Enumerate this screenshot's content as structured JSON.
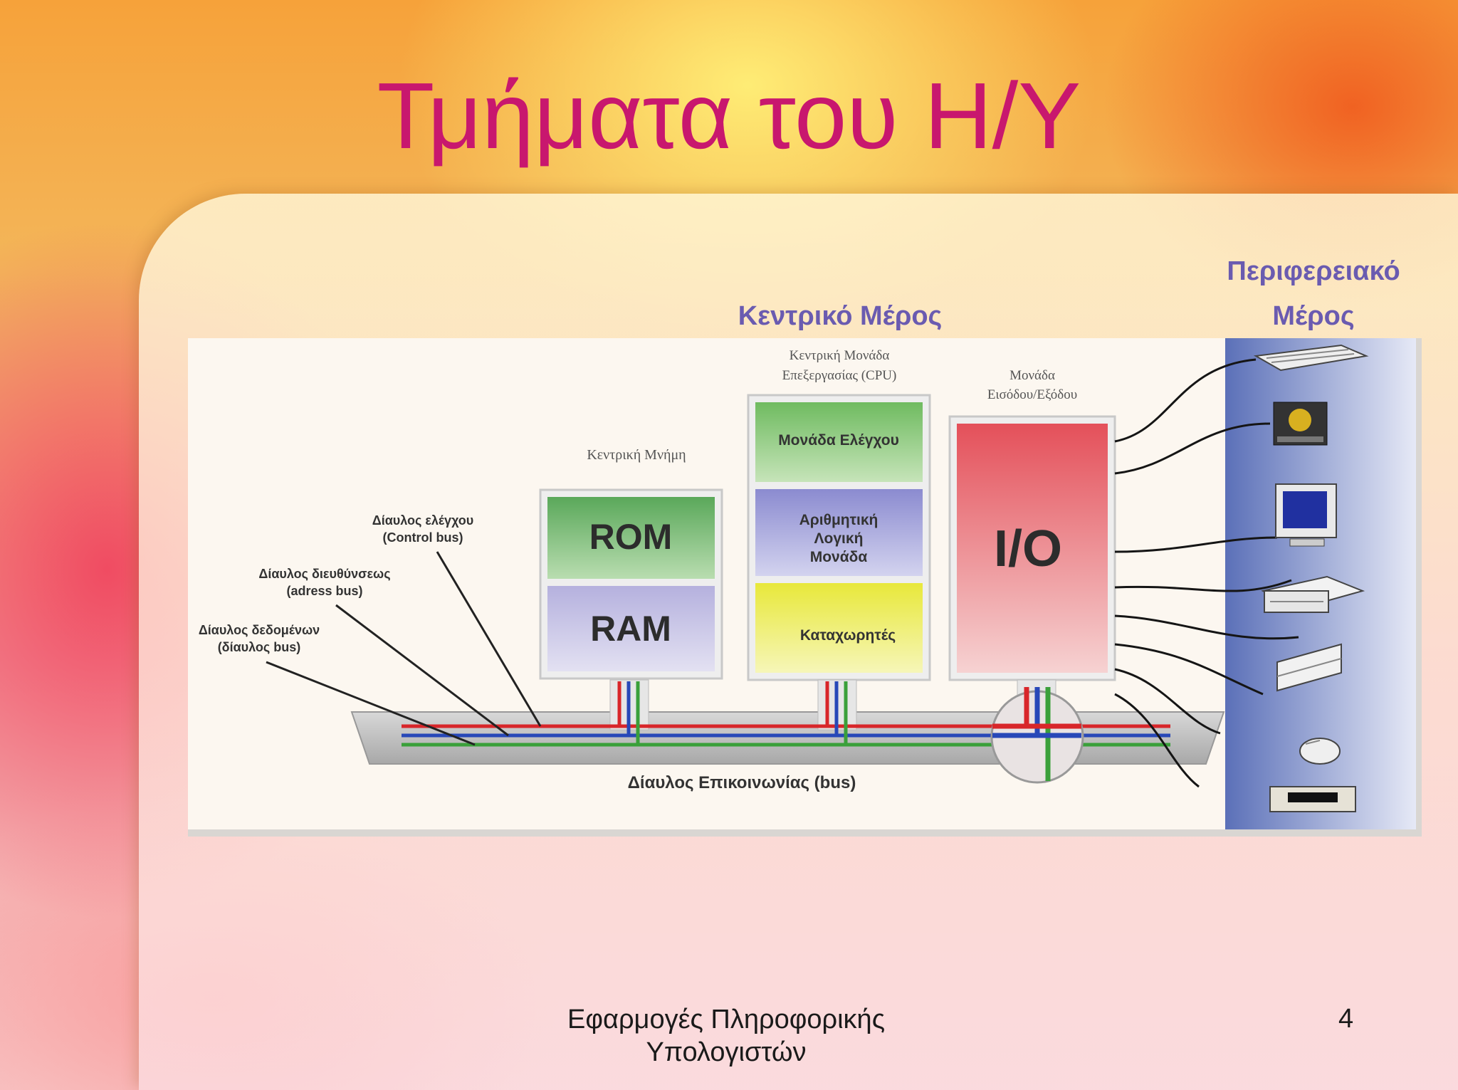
{
  "slide": {
    "title": "Τμήματα του Η/Υ",
    "central_label": "Κεντρικό Μέρος",
    "peripheral_label_line1": "Περιφερειακό",
    "peripheral_label_line2": "Μέρος",
    "footer_line1": "Εφαρμογές Πληροφορικής",
    "footer_line2": "Υπολογιστών",
    "page_number": "4"
  },
  "diagram": {
    "memory_title": "Κεντρική Μνήμη",
    "rom": "ROM",
    "ram": "RAM",
    "cpu_title_line1": "Κεντρική Μονάδα",
    "cpu_title_line2": "Επεξεργασίας (CPU)",
    "control_unit": "Μονάδα Ελέγχου",
    "alu_line1": "Αριθμητική",
    "alu_line2": "Λογική",
    "alu_line3": "Μονάδα",
    "registers": "Καταχωρητές",
    "io_title_line1": "Μονάδα",
    "io_title_line2": "Εισόδου/Εξόδου",
    "io": "I/O",
    "bus_label": "Δίαυλος Επικοινωνίας (bus)",
    "control_bus_line1": "Δίαυλος ελέγχου",
    "control_bus_line2": "(Control bus)",
    "address_bus_line1": "Δίαυλος διευθύνσεως",
    "address_bus_line2": "(adress bus)",
    "data_bus_line1": "Δίαυλος δεδομένων",
    "data_bus_line2": "(δίαυλος bus)",
    "peripherals": [
      "keyboard-icon",
      "disk-drive-icon",
      "monitor-icon",
      "printer-icon",
      "scanner-icon",
      "mouse-icon",
      "dot-matrix-printer-icon"
    ],
    "colors": {
      "rom": "#7fbf7a",
      "ram": "#c9c6e6",
      "control_unit": "#86c77a",
      "alu": "#9b9bd6",
      "registers": "#eeee55",
      "io": "#e86a70",
      "bus_red": "#d8262a",
      "bus_blue": "#2848b8",
      "bus_green": "#3aa03a",
      "peripheral_strip": "#6b7fc0"
    }
  }
}
